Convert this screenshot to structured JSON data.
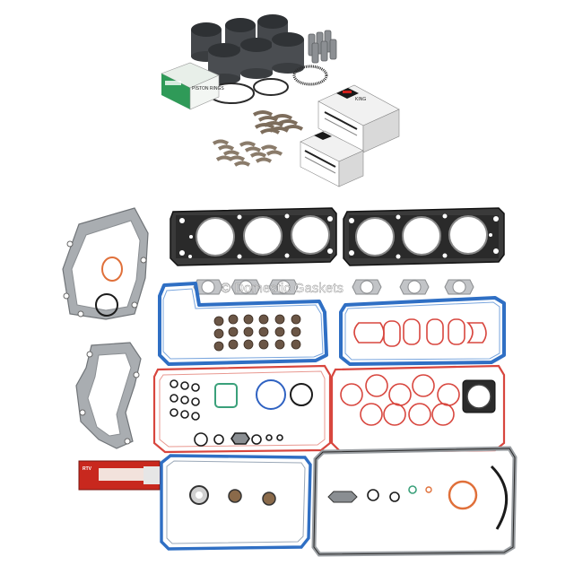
{
  "watermark": "© Domestic Gaskets",
  "product": {
    "piston_box_label": "PISTON RINGS",
    "bearing_box_brand": "KING",
    "sealant_tube_label": "RTV"
  },
  "colors": {
    "background": "#ffffff",
    "piston": "#3a3d40",
    "gasket_black": "#1b1b1b",
    "gasket_blue": "#2f6fc4",
    "gasket_red": "#d8463e",
    "gasket_grey": "#9a9ea2",
    "seal_orange": "#e0703a",
    "seal_green": "#3aa07a",
    "seal_blue": "#2f62c2",
    "box_green": "#2f9a58",
    "tube_red": "#c8281e"
  }
}
